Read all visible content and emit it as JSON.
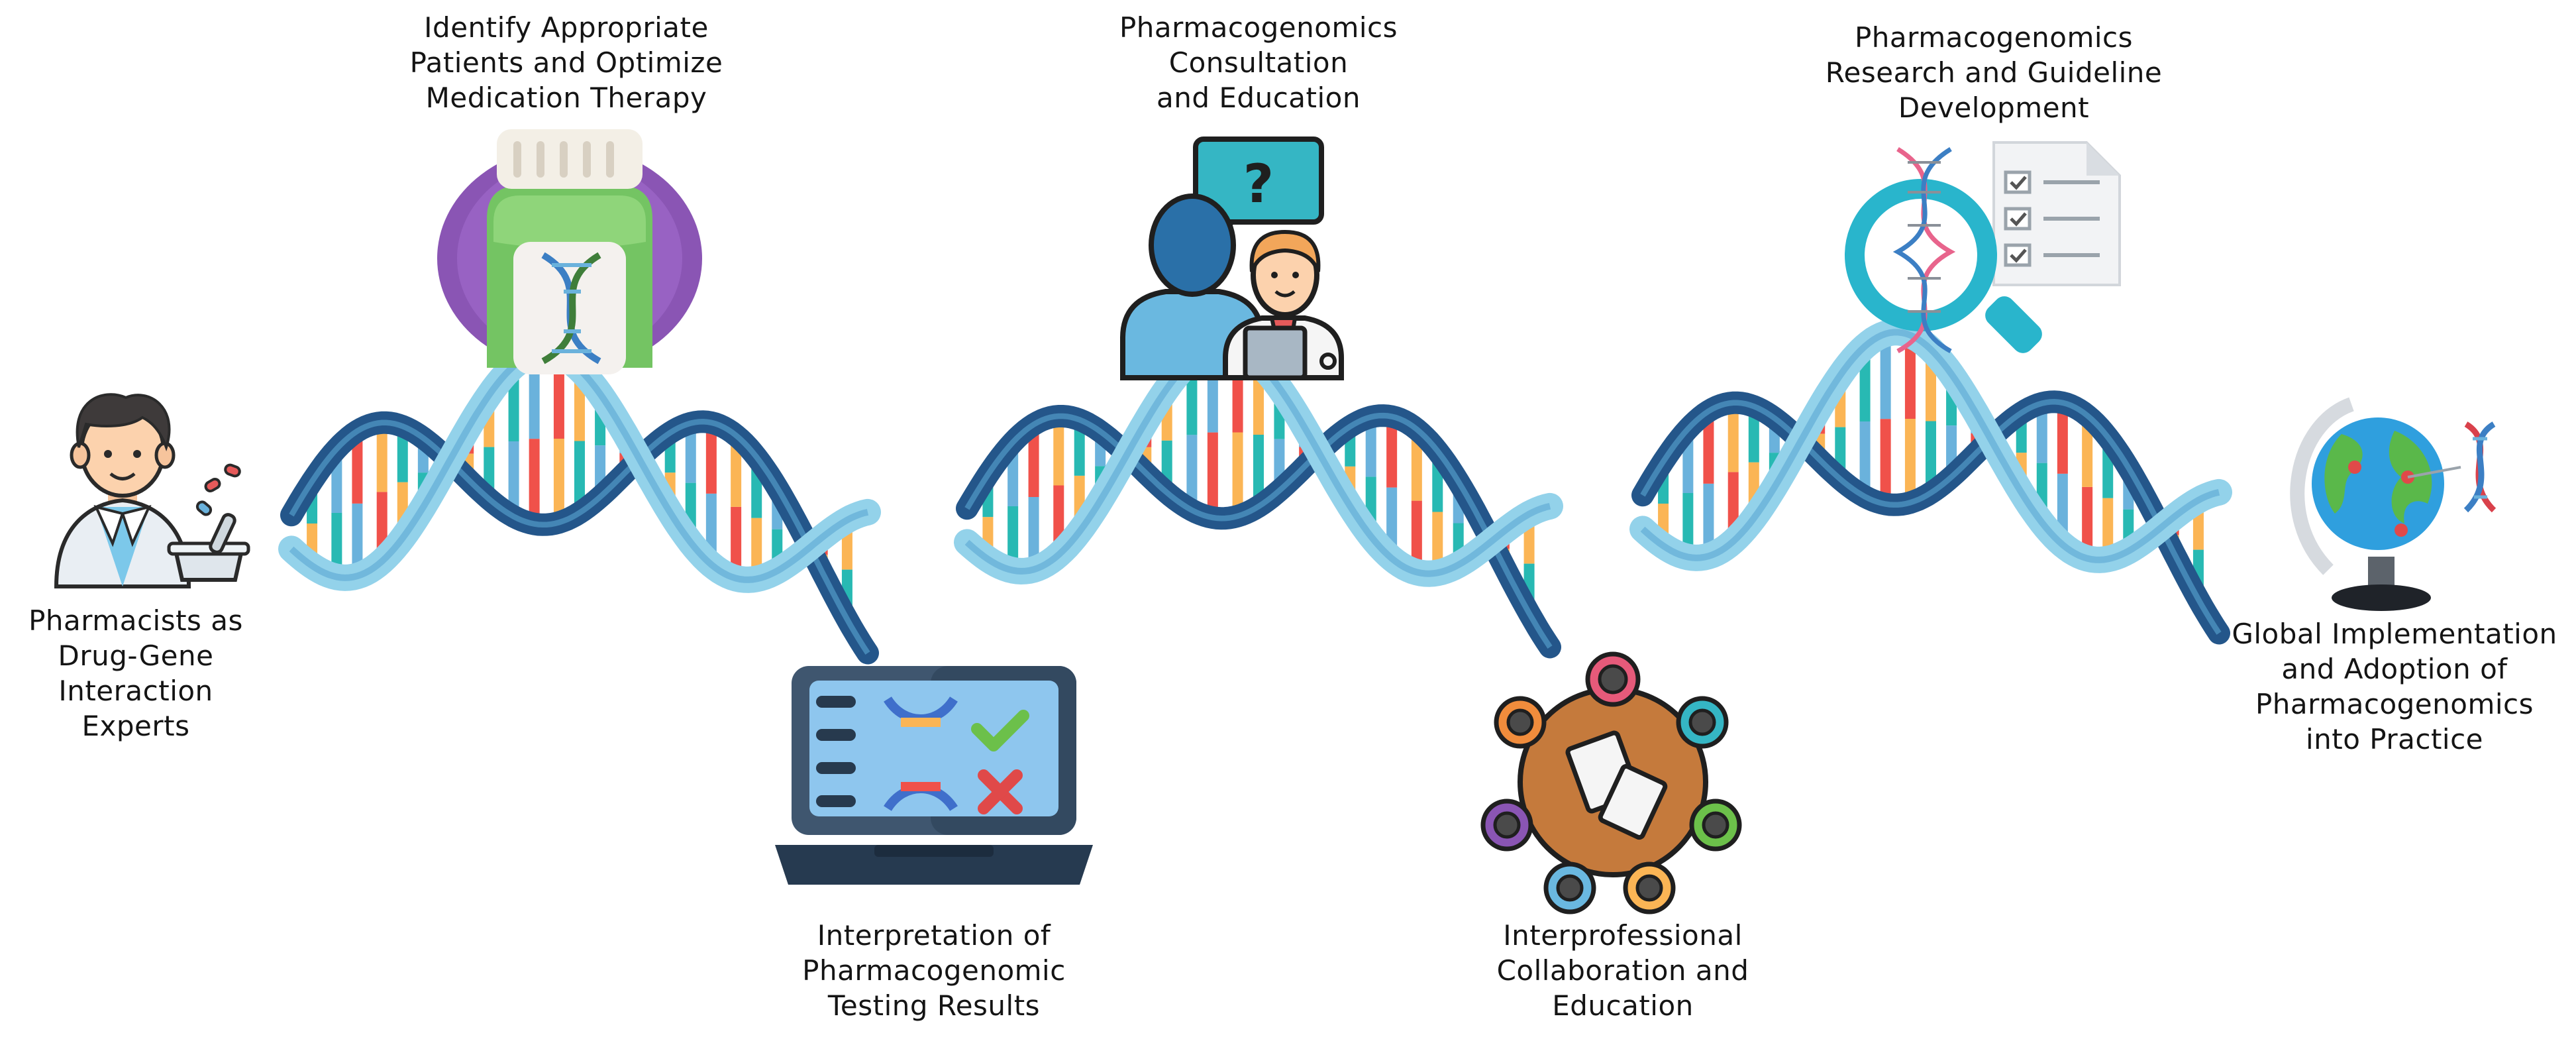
{
  "diagram": {
    "steps": [
      {
        "id": "pharmacists",
        "icon": "pharmacist-icon",
        "lines": [
          "Pharmacists as",
          "Drug-Gene",
          "Interaction",
          "Experts"
        ]
      },
      {
        "id": "identify",
        "icon": "dna-medicine-bottle-icon",
        "lines": [
          "Identify Appropriate",
          "Patients and Optimize",
          "Medication Therapy"
        ]
      },
      {
        "id": "interpretation",
        "icon": "laptop-test-results-icon",
        "lines": [
          "Interpretation of",
          "Pharmacogenomic",
          "Testing Results"
        ]
      },
      {
        "id": "consultation",
        "icon": "patient-consultation-icon",
        "lines": [
          "Pharmacogenomics",
          "Consultation",
          "and Education"
        ]
      },
      {
        "id": "collaboration",
        "icon": "team-collaboration-icon",
        "lines": [
          "Interprofessional",
          "Collaboration and",
          "Education"
        ]
      },
      {
        "id": "research",
        "icon": "research-checklist-icon",
        "lines": [
          "Pharmacogenomics",
          "Research and Guideline",
          "Development"
        ]
      },
      {
        "id": "global",
        "icon": "globe-dna-icon",
        "lines": [
          "Global Implementation",
          "and Adoption of",
          "Pharmacogenomics",
          "into Practice"
        ]
      }
    ],
    "colors": {
      "helix_dark": "#24568a",
      "helix_mid": "#5aa6d2",
      "helix_light": "#93d2ea",
      "rung_colors": [
        "#f0514a",
        "#fbb555",
        "#28b9b3",
        "#6ab2dc"
      ]
    }
  }
}
